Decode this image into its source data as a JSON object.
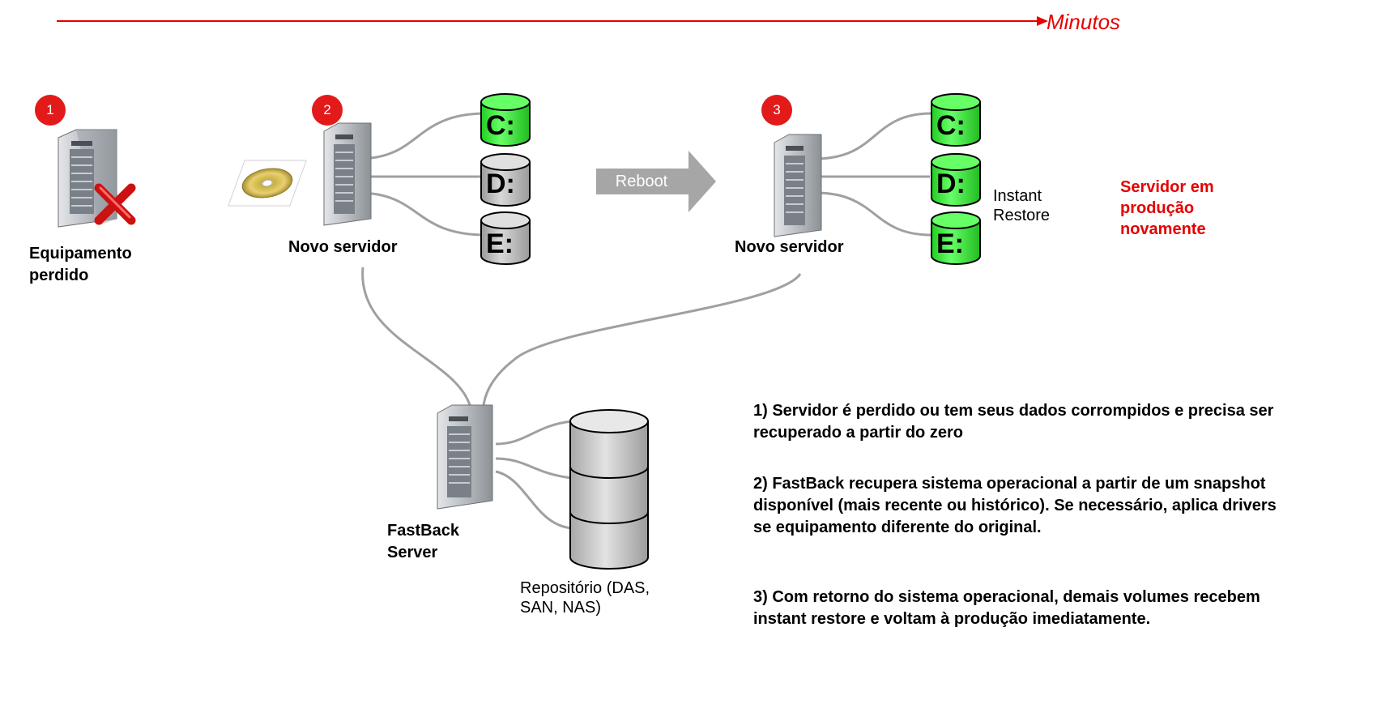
{
  "timeline": {
    "label": "Minutos"
  },
  "steps": [
    {
      "number": "1",
      "caption": "Equipamento perdido"
    },
    {
      "number": "2",
      "caption": "Novo servidor"
    },
    {
      "number": "3",
      "caption": "Novo servidor"
    }
  ],
  "reboot_label": "Reboot",
  "drives_step2": [
    "C:",
    "D:",
    "E:"
  ],
  "drives_step3": [
    "C:",
    "D:",
    "E:"
  ],
  "instant_restore_label": "Instant Restore",
  "status_label": "Servidor em produção novamente",
  "fastback": {
    "name": "FastBack Server",
    "repository": "Repositório (DAS, SAN, NAS)"
  },
  "notes": [
    "1) Servidor é perdido ou tem seus dados corrompidos e precisa ser recuperado a partir do zero",
    "2) FastBack recupera sistema operacional a partir de um snapshot disponível (mais recente ou histórico). Se necessário, aplica drivers se equipamento diferente do original.",
    "3) Com retorno do sistema operacional, demais volumes recebem instant restore e voltam à produção imediatamente."
  ],
  "colors": {
    "accent_red": "#e60000",
    "drive_green": "#33ee33",
    "drive_gray": "#b8b8b8",
    "arrow_gray": "#a6a6a6"
  }
}
